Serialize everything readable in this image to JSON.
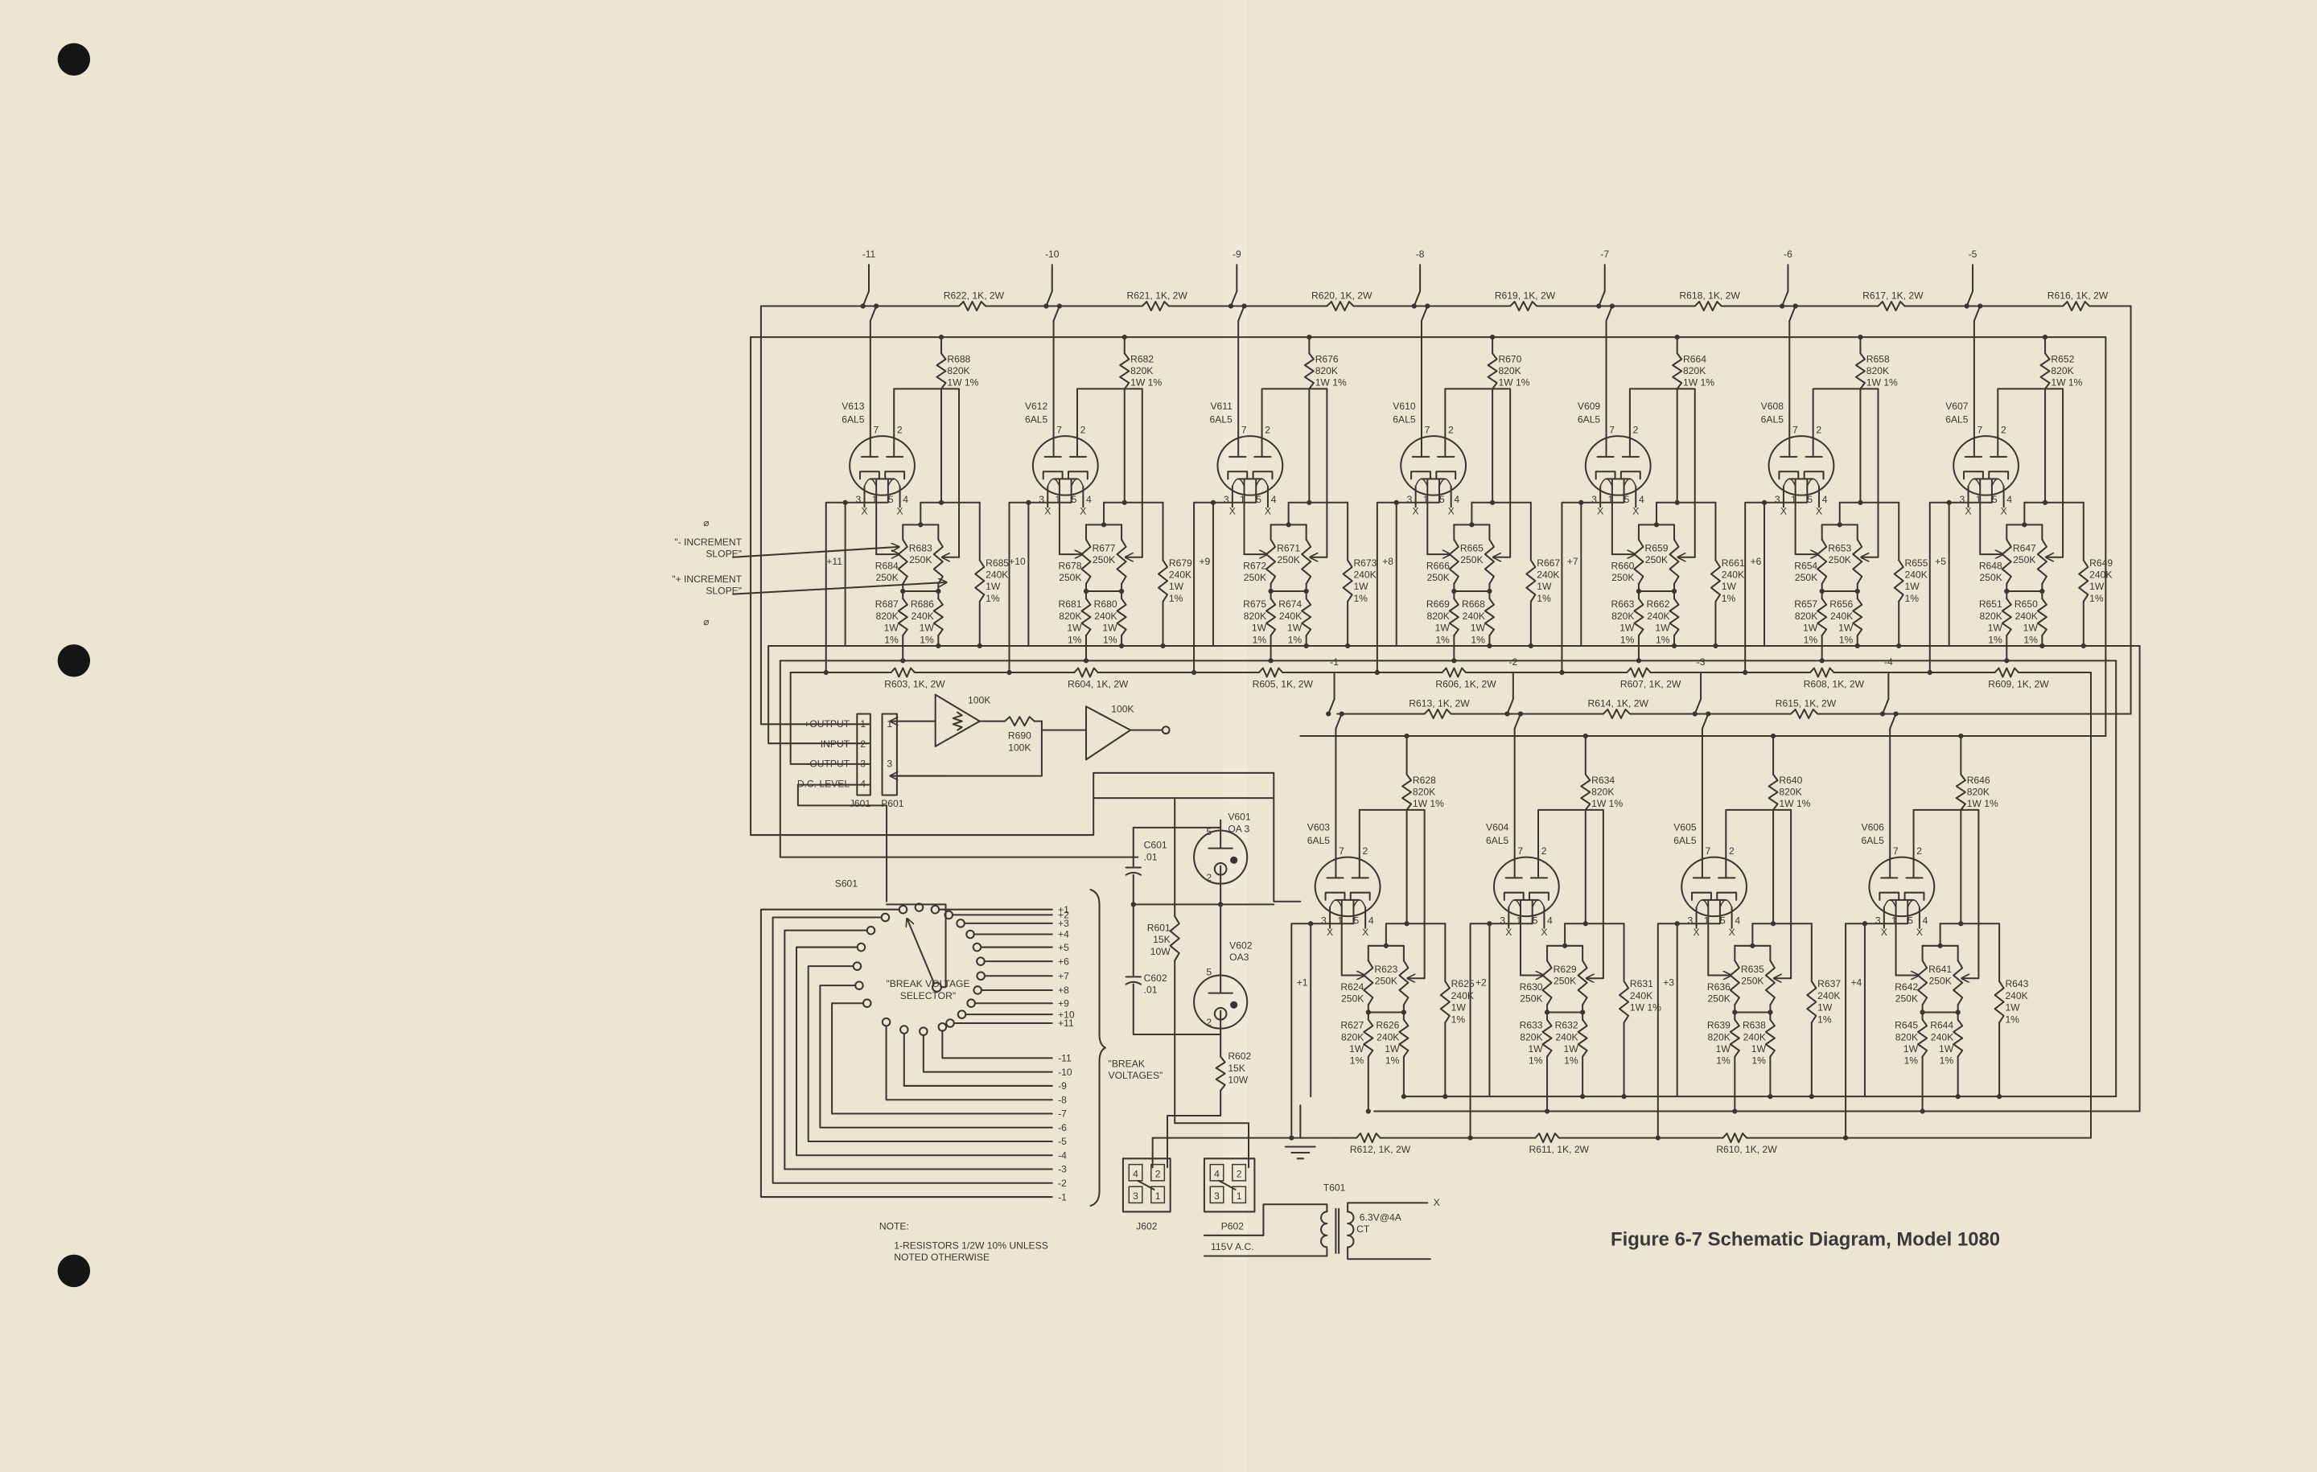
{
  "upper_stages": [
    {
      "switch": "-11",
      "series_r": "R622, 1K, 2W",
      "tube": "V613",
      "type": "6AL5",
      "plate_r": [
        "R688",
        "820K",
        "1W 1%"
      ],
      "pot_a": [
        "R683",
        "250K"
      ],
      "pot_b": [
        "R684",
        "250K"
      ],
      "side_r": [
        "R685",
        "240K",
        "1W",
        "1%"
      ],
      "bot_a": [
        "R687",
        "820K",
        "1W",
        "1%"
      ],
      "bot_b": [
        "R686",
        "240K",
        "1W",
        "1%"
      ],
      "plus": "+11",
      "bus_r": "R603, 1K, 2W"
    },
    {
      "switch": "-10",
      "series_r": "R621, 1K, 2W",
      "tube": "V612",
      "type": "6AL5",
      "plate_r": [
        "R682",
        "820K",
        "1W 1%"
      ],
      "pot_a": [
        "R677",
        "250K"
      ],
      "pot_b": [
        "R678",
        "250K"
      ],
      "side_r": [
        "R679",
        "240K",
        "1W",
        "1%"
      ],
      "bot_a": [
        "R681",
        "820K",
        "1W",
        "1%"
      ],
      "bot_b": [
        "R680",
        "240K",
        "1W",
        "1%"
      ],
      "plus": "+10",
      "bus_r": "R604, 1K, 2W"
    },
    {
      "switch": "-9",
      "series_r": "R620, 1K, 2W",
      "tube": "V611",
      "type": "6AL5",
      "plate_r": [
        "R676",
        "820K",
        "1W 1%"
      ],
      "pot_a": [
        "R671",
        "250K"
      ],
      "pot_b": [
        "R672",
        "250K"
      ],
      "side_r": [
        "R673",
        "240K",
        "1W",
        "1%"
      ],
      "bot_a": [
        "R675",
        "820K",
        "1W",
        "1%"
      ],
      "bot_b": [
        "R674",
        "240K",
        "1W",
        "1%"
      ],
      "plus": "+9",
      "bus_r": "R605, 1K, 2W"
    },
    {
      "switch": "-8",
      "series_r": "R619, 1K, 2W",
      "tube": "V610",
      "type": "6AL5",
      "plate_r": [
        "R670",
        "820K",
        "1W 1%"
      ],
      "pot_a": [
        "R665",
        "250K"
      ],
      "pot_b": [
        "R666",
        "250K"
      ],
      "side_r": [
        "R667",
        "240K",
        "1W",
        "1%"
      ],
      "bot_a": [
        "R669",
        "820K",
        "1W",
        "1%"
      ],
      "bot_b": [
        "R668",
        "240K",
        "1W",
        "1%"
      ],
      "plus": "+8",
      "bus_r": "R606, 1K, 2W"
    },
    {
      "switch": "-7",
      "series_r": "R618, 1K, 2W",
      "tube": "V609",
      "type": "6AL5",
      "plate_r": [
        "R664",
        "820K",
        "1W 1%"
      ],
      "pot_a": [
        "R659",
        "250K"
      ],
      "pot_b": [
        "R660",
        "250K"
      ],
      "side_r": [
        "R661",
        "240K",
        "1W",
        "1%"
      ],
      "bot_a": [
        "R663",
        "820K",
        "1W",
        "1%"
      ],
      "bot_b": [
        "R662",
        "240K",
        "1W",
        "1%"
      ],
      "plus": "+7",
      "bus_r": "R607, 1K, 2W"
    },
    {
      "switch": "-6",
      "series_r": "R617, 1K, 2W",
      "tube": "V608",
      "type": "6AL5",
      "plate_r": [
        "R658",
        "820K",
        "1W 1%"
      ],
      "pot_a": [
        "R653",
        "250K"
      ],
      "pot_b": [
        "R654",
        "250K"
      ],
      "side_r": [
        "R655",
        "240K",
        "1W",
        "1%"
      ],
      "bot_a": [
        "R657",
        "820K",
        "1W",
        "1%"
      ],
      "bot_b": [
        "R656",
        "240K",
        "1W",
        "1%"
      ],
      "plus": "+6",
      "bus_r": "R608, 1K, 2W"
    },
    {
      "switch": "-5",
      "series_r": "R616, 1K, 2W",
      "tube": "V607",
      "type": "6AL5",
      "plate_r": [
        "R652",
        "820K",
        "1W 1%"
      ],
      "pot_a": [
        "R647",
        "250K"
      ],
      "pot_b": [
        "R648",
        "250K"
      ],
      "side_r": [
        "R649",
        "240K",
        "1W",
        "1%"
      ],
      "bot_a": [
        "R651",
        "820K",
        "1W",
        "1%"
      ],
      "bot_b": [
        "R650",
        "240K",
        "1W",
        "1%"
      ],
      "plus": "+5",
      "bus_r": "R609, 1K, 2W"
    }
  ],
  "lower_stages": [
    {
      "switch": "-1",
      "series_r": "R613, 1K, 2W",
      "tube": "V603",
      "type": "6AL5",
      "plate_r": [
        "R628",
        "820K",
        "1W 1%"
      ],
      "pot_a": [
        "R623",
        "250K"
      ],
      "pot_b": [
        "R624",
        "250K"
      ],
      "side_r": [
        "R625",
        "240K",
        "1W",
        "1%"
      ],
      "bot_a": [
        "R627",
        "820K",
        "1W",
        "1%"
      ],
      "bot_b": [
        "R626",
        "240K",
        "1W",
        "1%"
      ],
      "plus": "+1",
      "bus_r": "R612, 1K, 2W"
    },
    {
      "switch": "-2",
      "series_r": "R614, 1K, 2W",
      "tube": "V604",
      "type": "6AL5",
      "plate_r": [
        "R634",
        "820K",
        "1W 1%"
      ],
      "pot_a": [
        "R629",
        "250K"
      ],
      "pot_b": [
        "R630",
        "250K"
      ],
      "side_r": [
        "R631",
        "240K",
        "1W 1%"
      ],
      "bot_a": [
        "R633",
        "820K",
        "1W",
        "1%"
      ],
      "bot_b": [
        "R632",
        "240K",
        "1W",
        "1%"
      ],
      "plus": "+2",
      "bus_r": "R611, 1K, 2W"
    },
    {
      "switch": "-3",
      "series_r": "R615, 1K, 2W",
      "tube": "V605",
      "type": "6AL5",
      "plate_r": [
        "R640",
        "820K",
        "1W 1%"
      ],
      "pot_a": [
        "R635",
        "250K"
      ],
      "pot_b": [
        "R636",
        "250K"
      ],
      "side_r": [
        "R637",
        "240K",
        "1W",
        "1%"
      ],
      "bot_a": [
        "R639",
        "820K",
        "1W",
        "1%"
      ],
      "bot_b": [
        "R638",
        "240K",
        "1W",
        "1%"
      ],
      "plus": "+3",
      "bus_r": "R610, 1K, 2W"
    },
    {
      "switch": "-4",
      "series_r": null,
      "tube": "V606",
      "type": "6AL5",
      "plate_r": [
        "R646",
        "820K",
        "1W 1%"
      ],
      "pot_a": [
        "R641",
        "250K"
      ],
      "pot_b": [
        "R642",
        "250K"
      ],
      "side_r": [
        "R643",
        "240K",
        "1W",
        "1%"
      ],
      "bot_a": [
        "R645",
        "820K",
        "1W",
        "1%"
      ],
      "bot_b": [
        "R644",
        "240K",
        "1W",
        "1%"
      ],
      "plus": "+4",
      "bus_r": null
    }
  ],
  "pins": {
    "p7": "7",
    "p2": "2",
    "p3": "3",
    "p1": "1",
    "p5": "5",
    "p4": "4",
    "x": "X"
  },
  "increment": {
    "minus": [
      "\"- INCREMENT",
      "SLOPE\""
    ],
    "plus": [
      "\"+ INCREMENT",
      "SLOPE\""
    ],
    "knob": "⌀"
  },
  "output": {
    "j601_pins": [
      {
        "label": "+OUTPUT",
        "num": "1"
      },
      {
        "label": "INPUT",
        "num": "2"
      },
      {
        "label": "-OUTPUT",
        "num": "3"
      },
      {
        "label": "D.C. LEVEL",
        "num": "4"
      }
    ],
    "p601_pins": [
      "1",
      "3"
    ],
    "amp1": "100K",
    "amp2": "100K",
    "r690": [
      "R690",
      "100K"
    ],
    "j601": "J601",
    "p601": "P601"
  },
  "regulator": {
    "v601": [
      "V601",
      "OA 3"
    ],
    "v602": [
      "V602",
      "OA3"
    ],
    "c601": [
      "C601",
      ".01"
    ],
    "c602": [
      "C602",
      ".01"
    ],
    "r601": [
      "R601",
      "15K",
      "10W"
    ],
    "r602": [
      "R602",
      "15K",
      "10W"
    ],
    "pin5": "5",
    "pin2": "2"
  },
  "selector": {
    "name": "S601",
    "title": [
      "\"BREAK VOLTAGE",
      "SELECTOR\""
    ],
    "plus": [
      "+1",
      "+2",
      "+3",
      "+4",
      "+5",
      "+6",
      "+7",
      "+8",
      "+9",
      "+10",
      "+11"
    ],
    "minus": [
      "-1",
      "-2",
      "-3",
      "-4",
      "-5",
      "-6",
      "-7",
      "-8",
      "-9",
      "-10",
      "-11"
    ],
    "bracket_label": [
      "\"BREAK",
      "VOLTAGES\""
    ]
  },
  "power": {
    "j602": "J602",
    "p602": "P602",
    "pins": [
      "4",
      "2",
      "3",
      "1"
    ],
    "mains": "115V A.C.",
    "t601": "T601",
    "heater": "6.3V@4A",
    "ct": "CT",
    "x": "X"
  },
  "note": {
    "title": "NOTE:",
    "lines": [
      "1-RESISTORS 1/2W 10% UNLESS",
      "NOTED OTHERWISE"
    ]
  },
  "caption": "Figure 6-7   Schematic Diagram, Model 1080",
  "colors": {
    "paper": "#ebe5d1",
    "ink": "#3b3631"
  }
}
